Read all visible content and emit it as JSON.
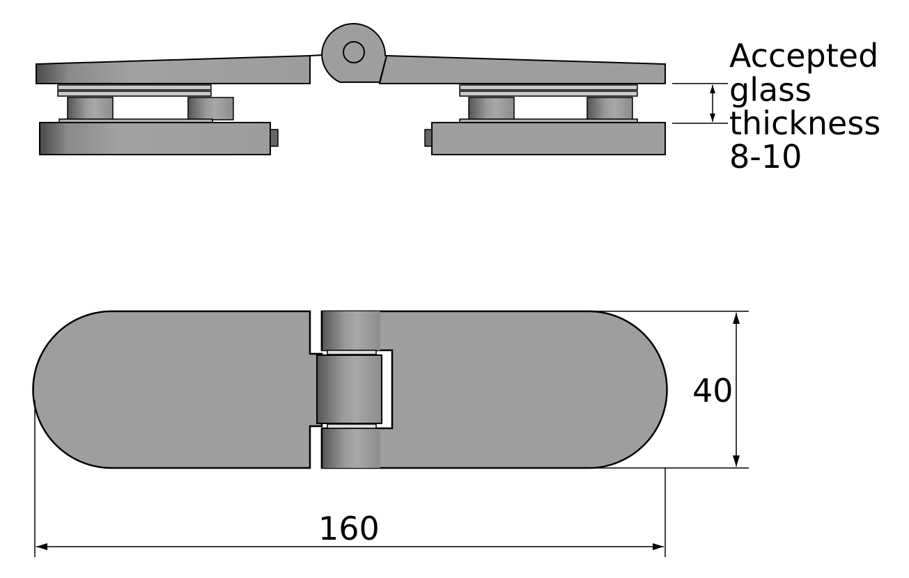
{
  "annotation": {
    "line1": "Accepted",
    "line2": "glass",
    "line3": "thickness",
    "line4": "8-10"
  },
  "dimensions": {
    "width": "40",
    "length": "160"
  },
  "colors": {
    "metal": "#9e9e9e",
    "metal_dark": "#555555",
    "outline": "#000000"
  }
}
